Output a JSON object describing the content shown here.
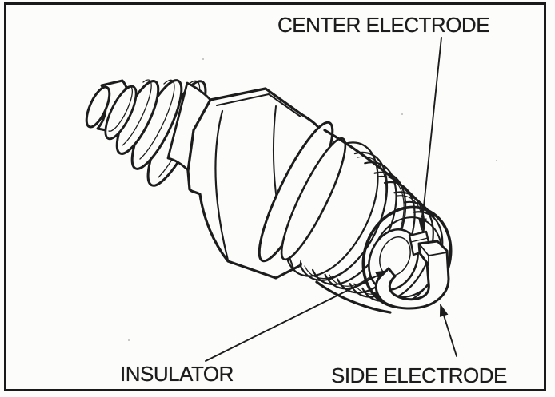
{
  "figure": {
    "subject": "spark-plug-cutaway-illustration",
    "labels": {
      "center_electrode": "CENTER ELECTRODE",
      "insulator": "INSULATOR",
      "side_electrode": "SIDE ELECTRODE"
    },
    "colors": {
      "ink": "#1c1c1c",
      "paper": "#fcfcfa",
      "frame": "#191919"
    }
  }
}
